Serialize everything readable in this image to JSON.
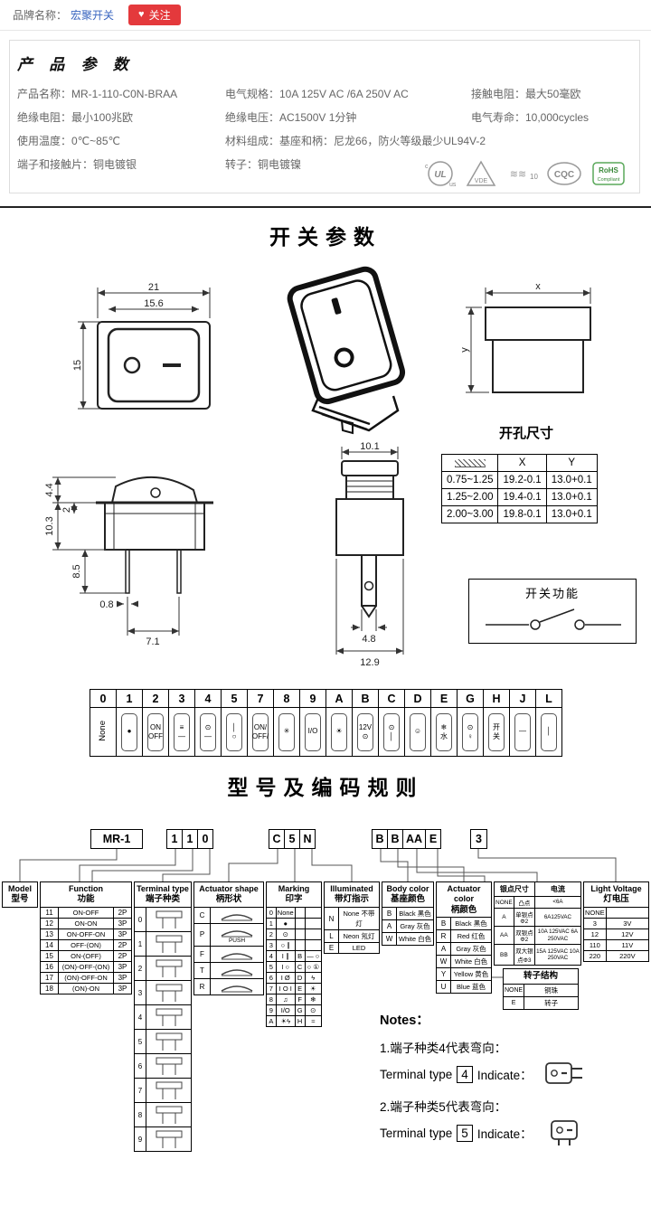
{
  "topbar": {
    "brand_label": "品牌名称：",
    "brand_name": "宏聚开关",
    "follow_label": "关注",
    "accent_color": "#e4393c",
    "brand_link_color": "#3a66c0"
  },
  "product": {
    "title": "产 品 参 数",
    "cells": [
      [
        "产品名称：MR-1-110-C0N-BRAA",
        "电气规格：10A  125V  AC /6A 250V  AC",
        "接触电阻：最大50毫欧"
      ],
      [
        "绝缘电阻：最小100兆欧",
        "绝缘电压：AC1500V 1分钟",
        "电气寿命：10,000cycles"
      ],
      [
        "使用温度：0℃~85℃",
        "材料组成：基座和柄：尼龙66，防火等级最少UL94V-2",
        ""
      ],
      [
        "端子和接触片：铜电镀银",
        "转子：铜电镀镍",
        ""
      ]
    ]
  },
  "certs": {
    "ul": "UL",
    "ul_c": "c",
    "ul_us": "us",
    "vde": "VDE",
    "enec_wave": "≋≋",
    "enec_num": "10",
    "cqc": "CQC",
    "rohs1": "RoHS",
    "rohs2": "Compliant",
    "rohs_color": "#3a8a3a"
  },
  "sections": {
    "switch_params": "开关参数",
    "coding_rules": "型号及编码规则"
  },
  "drawings": {
    "front": {
      "d21": "21",
      "d156": "15.6",
      "d15": "15"
    },
    "cutout": {
      "dx": "x",
      "dy": "y",
      "caption": "开孔尺寸"
    },
    "side": {
      "d44": "4.4",
      "d2": "2",
      "d103": "10.3",
      "d85": "8.5",
      "d08": "0.8",
      "d71": "7.1"
    },
    "narrow": {
      "d101": "10.1",
      "d48": "4.8",
      "d129": "12.9"
    },
    "thk": {
      "hx": "X",
      "hy": "Y",
      "rows": [
        [
          "0.75~1.25",
          "19.2-0.1",
          "13.0+0.1"
        ],
        [
          "1.25~2.00",
          "19.4-0.1",
          "13.0+0.1"
        ],
        [
          "2.00~3.00",
          "19.8-0.1",
          "13.0+0.1"
        ]
      ]
    },
    "func_title": "开关功能"
  },
  "strip": {
    "cells": [
      {
        "code": "0",
        "l1": "None",
        "l2": ""
      },
      {
        "code": "1",
        "l1": "●",
        "l2": ""
      },
      {
        "code": "2",
        "l1": "ON",
        "l2": "OFF"
      },
      {
        "code": "3",
        "l1": "≡",
        "l2": "—"
      },
      {
        "code": "4",
        "l1": "⊙",
        "l2": "—"
      },
      {
        "code": "5",
        "l1": "│",
        "l2": "○"
      },
      {
        "code": "7",
        "l1": "ON/",
        "l2": "OFF/"
      },
      {
        "code": "8",
        "l1": "✳",
        "l2": ""
      },
      {
        "code": "9",
        "l1": "I/O",
        "l2": ""
      },
      {
        "code": "A",
        "l1": "☀",
        "l2": ""
      },
      {
        "code": "B",
        "l1": "12V",
        "l2": "⊙"
      },
      {
        "code": "C",
        "l1": "⊙",
        "l2": "│"
      },
      {
        "code": "D",
        "l1": "☺",
        "l2": ""
      },
      {
        "code": "E",
        "l1": "❄",
        "l2": "水"
      },
      {
        "code": "G",
        "l1": "⊙",
        "l2": "♀"
      },
      {
        "code": "H",
        "l1": "开",
        "l2": "关"
      },
      {
        "code": "J",
        "l1": "—",
        "l2": ""
      },
      {
        "code": "L",
        "l1": "│",
        "l2": ""
      }
    ]
  },
  "coding": {
    "model_box": "MR-1",
    "g1": [
      "1",
      "1",
      "0"
    ],
    "g2": [
      "C",
      "5",
      "N"
    ],
    "g3": [
      "B",
      "B",
      "AA",
      "E"
    ],
    "light_box": "3",
    "model": {
      "en": "Model",
      "cn": "型号"
    },
    "function": {
      "en": "Function",
      "cn": "功能",
      "rows": [
        {
          "code": "11",
          "func": "ON-OFF",
          "p": "2P"
        },
        {
          "code": "12",
          "func": "ON-ON",
          "p": "3P"
        },
        {
          "code": "13",
          "func": "ON-OFF-ON",
          "p": "3P"
        },
        {
          "code": "14",
          "func": "OFF-(ON)",
          "p": "2P"
        },
        {
          "code": "15",
          "func": "ON-(OFF)",
          "p": "2P"
        },
        {
          "code": "16",
          "func": "(ON)-OFF-(ON)",
          "p": "3P"
        },
        {
          "code": "17",
          "func": "(ON)-OFF-ON",
          "p": "3P"
        },
        {
          "code": "18",
          "func": "(ON)-ON",
          "p": "3P"
        }
      ]
    },
    "terminal": {
      "en": "Terminal type",
      "cn": "端子种类",
      "rows": [
        {
          "code": "0"
        },
        {
          "code": "1"
        },
        {
          "code": "2"
        },
        {
          "code": "3"
        },
        {
          "code": "4"
        },
        {
          "code": "5"
        },
        {
          "code": "6"
        },
        {
          "code": "7"
        },
        {
          "code": "8"
        },
        {
          "code": "9"
        }
      ]
    },
    "actshape": {
      "en": "Actuator shape",
      "cn": "柄形状",
      "rows": [
        {
          "code": "C",
          "label": ""
        },
        {
          "code": "P",
          "label": "PUSH"
        },
        {
          "code": "F",
          "label": ""
        },
        {
          "code": "T",
          "label": ""
        },
        {
          "code": "R",
          "label": ""
        }
      ]
    },
    "marking": {
      "en": "Marking",
      "cn": "印字",
      "rows": [
        {
          "lc": "0",
          "ls": "None",
          "rc": "",
          "rs": ""
        },
        {
          "lc": "1",
          "ls": "●",
          "rc": "",
          "rs": ""
        },
        {
          "lc": "2",
          "ls": "⊙",
          "rc": "",
          "rs": ""
        },
        {
          "lc": "3",
          "ls": "○ ∥",
          "rc": "",
          "rs": ""
        },
        {
          "lc": "4",
          "ls": "I ∥",
          "rc": "B",
          "rs": "— ○"
        },
        {
          "lc": "5",
          "ls": "I ○",
          "rc": "C",
          "rs": "○ ①"
        },
        {
          "lc": "6",
          "ls": "I Ø",
          "rc": "D",
          "rs": "ϟ"
        },
        {
          "lc": "7",
          "ls": "I O I",
          "rc": "E",
          "rs": "☀"
        },
        {
          "lc": "8",
          "ls": "♫",
          "rc": "F",
          "rs": "❄"
        },
        {
          "lc": "9",
          "ls": "I/O",
          "rc": "G",
          "rs": "⊙"
        },
        {
          "lc": "A",
          "ls": "☀ϟ",
          "rc": "H",
          "rs": "≈"
        }
      ]
    },
    "illum": {
      "en": "Illuminated",
      "cn": "带灯指示",
      "rows": [
        {
          "code": "N",
          "txt": "None 不带灯"
        },
        {
          "code": "L",
          "txt": "Neon 氖灯"
        },
        {
          "code": "E",
          "txt": "LED"
        }
      ]
    },
    "body": {
      "en": "Body color",
      "cn": "基座颜色",
      "rows": [
        {
          "code": "B",
          "txt": "Black 黑色"
        },
        {
          "code": "A",
          "txt": "Gray 灰色"
        },
        {
          "code": "W",
          "txt": "White 白色"
        }
      ]
    },
    "actcolor": {
      "en": "Actuator color",
      "cn": "柄颜色",
      "rows": [
        {
          "code": "B",
          "txt": "Black 黑色"
        },
        {
          "code": "R",
          "txt": "Red 红色"
        },
        {
          "code": "A",
          "txt": "Gray 灰色"
        },
        {
          "code": "W",
          "txt": "White 白色"
        },
        {
          "code": "Y",
          "txt": "Yellow 黄色"
        },
        {
          "code": "U",
          "txt": "Blue 蓝色"
        }
      ]
    },
    "silver": {
      "h1": "银点尺寸",
      "h2": "电流",
      "rows": [
        {
          "code": "NONE",
          "desc": "凸点",
          "cur": "<6A"
        },
        {
          "code": "A",
          "desc": "单银点Φ2",
          "cur": "6A125VAC"
        },
        {
          "code": "AA",
          "desc": "双银点Φ2",
          "cur": "10A 125VAC 6A 250VAC"
        },
        {
          "code": "BB",
          "desc": "双大银点Φ3",
          "cur": "15A 125VAC 10A 250VAC"
        }
      ]
    },
    "rotor": {
      "title": "转子结构",
      "rows": [
        {
          "code": "NONE",
          "txt": "铜珠"
        },
        {
          "code": "E",
          "txt": "转子"
        }
      ]
    },
    "light": {
      "en": "Light Voltage",
      "cn": "灯电压",
      "rows": [
        {
          "code": "NONE",
          "txt": ""
        },
        {
          "code": "3",
          "txt": "3V"
        },
        {
          "code": "12",
          "txt": "12V"
        },
        {
          "code": "110",
          "txt": "11V"
        },
        {
          "code": "220",
          "txt": "220V"
        }
      ]
    }
  },
  "notes": {
    "title": "Notes：",
    "n1_cn": "1.端子种类4代表弯向：",
    "n1_en_a": "Terminal type",
    "n1_code": "4",
    "n1_en_b": "Indicate：",
    "n2_cn": "2.端子种类5代表弯向：",
    "n2_en_a": "Terminal type",
    "n2_code": "5",
    "n2_en_b": "Indicate："
  }
}
